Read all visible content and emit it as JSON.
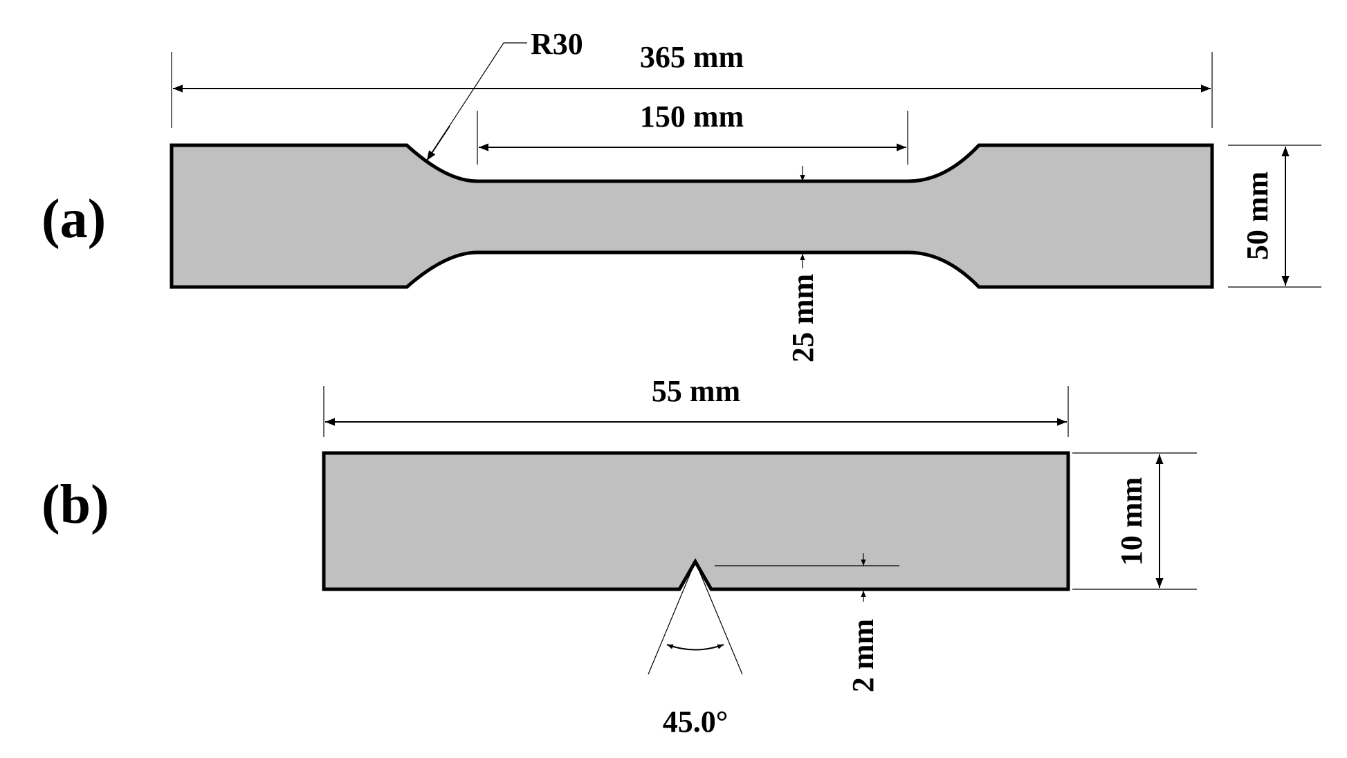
{
  "panels": {
    "a": {
      "label": "(a)"
    },
    "b": {
      "label": "(b)"
    }
  },
  "dimensions_a": {
    "total_length": "365 mm",
    "gauge_length": "150 mm",
    "grip_width": "50 mm",
    "gauge_width": "25 mm",
    "fillet_radius": "R30"
  },
  "dimensions_b": {
    "length": "55 mm",
    "height": "10 mm",
    "notch_depth": "2 mm",
    "notch_angle": "45.0°"
  },
  "colors": {
    "specimen_fill": "#c0c0c0",
    "outline": "#000000",
    "background": "#ffffff"
  }
}
